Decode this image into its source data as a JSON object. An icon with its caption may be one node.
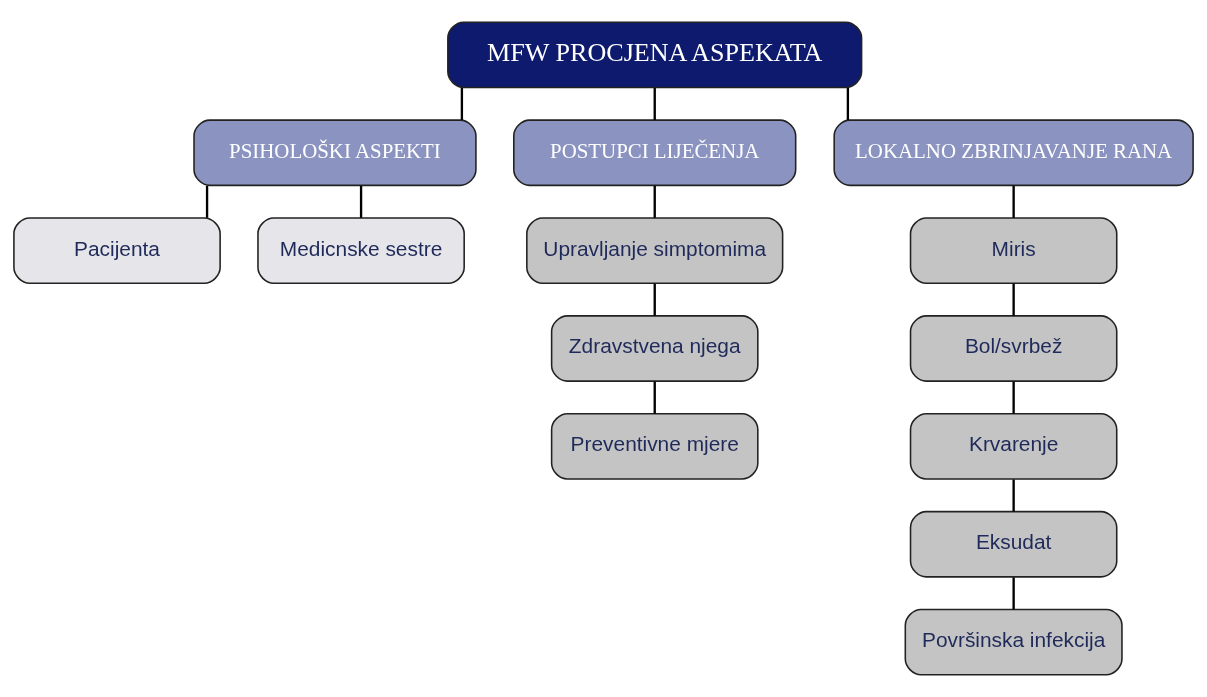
{
  "diagram": {
    "nodes": [
      {
        "text": [
          "MFW PROCJENA ASPEKATA"
        ]
      },
      {
        "text": [
          "PSIHOLOŠKI ASPEKTI"
        ]
      },
      {
        "text": [
          "POSTUPCI LIJEČENJA"
        ]
      },
      {
        "text": [
          "LOKALNO ZBRINJAVANJE RANA"
        ]
      },
      {
        "text": [
          "Pacijenta"
        ]
      },
      {
        "text": [
          "Medicnske sestre"
        ]
      },
      {
        "text": [
          "Upravljanje simptomima"
        ]
      },
      {
        "text": [
          "Zdravstvena njega"
        ]
      },
      {
        "text": [
          "Preventivne mjere"
        ]
      },
      {
        "text": [
          "Miris"
        ]
      },
      {
        "text": [
          "Bol/svrbež"
        ]
      },
      {
        "text": [
          "Krvarenje"
        ]
      },
      {
        "text": [
          "Eksudat"
        ]
      },
      {
        "text": [
          "Površinska infekcija"
        ]
      }
    ],
    "edges": [
      {
        "from": 0,
        "to": 1,
        "arrow": "none"
      },
      {
        "from": 0,
        "to": 2,
        "arrow": "none"
      },
      {
        "from": 0,
        "to": 3,
        "arrow": "none"
      },
      {
        "from": 1,
        "to": 4,
        "arrow": "none"
      },
      {
        "from": 1,
        "to": 5,
        "arrow": "none"
      },
      {
        "from": 2,
        "to": 6,
        "arrow": "none"
      },
      {
        "from": 6,
        "to": 7,
        "arrow": "none"
      },
      {
        "from": 7,
        "to": 8,
        "arrow": "none"
      },
      {
        "from": 3,
        "to": 9,
        "arrow": "none"
      },
      {
        "from": 9,
        "to": 10,
        "arrow": "none"
      },
      {
        "from": 10,
        "to": 11,
        "arrow": "none"
      },
      {
        "from": 11,
        "to": 12,
        "arrow": "none"
      },
      {
        "from": 12,
        "to": 13,
        "arrow": "none"
      }
    ]
  }
}
